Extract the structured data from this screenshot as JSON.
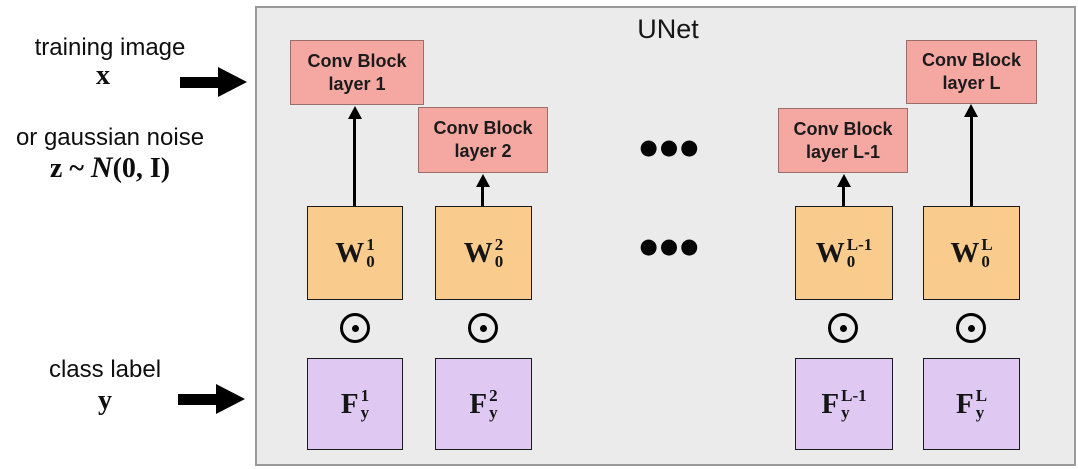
{
  "diagram": {
    "title": "UNet",
    "left_labels": {
      "training_image": "training image",
      "x_symbol": "x",
      "gaussian_noise": "or gaussian noise",
      "z_pre": "z ~ ",
      "z_script": "N",
      "z_post": "(0, I)",
      "class_label": "class label",
      "y_symbol": "y"
    },
    "ellipsis": "●●●",
    "columns": [
      {
        "conv_line1": "Conv Block",
        "conv_line2": "layer 1",
        "w_base": "W",
        "w_sup": "1",
        "w_sub": "0",
        "f_base": "F",
        "f_sup": "1",
        "f_sub": "y"
      },
      {
        "conv_line1": "Conv Block",
        "conv_line2": "layer 2",
        "w_base": "W",
        "w_sup": "2",
        "w_sub": "0",
        "f_base": "F",
        "f_sup": "2",
        "f_sub": "y"
      },
      {
        "conv_line1": "Conv Block",
        "conv_line2": "layer L-1",
        "w_base": "W",
        "w_sup": "L-1",
        "w_sub": "0",
        "f_base": "F",
        "f_sup": "L-1",
        "f_sub": "y"
      },
      {
        "conv_line1": "Conv Block",
        "conv_line2": "layer L",
        "w_base": "W",
        "w_sup": "L",
        "w_sub": "0",
        "f_base": "F",
        "f_sup": "L",
        "f_sub": "y"
      }
    ],
    "colors": {
      "conv_block_fill": "#f5a8a2",
      "conv_block_border": "#9a6f6b",
      "weight_fill": "#f9cc8e",
      "feature_fill": "#dfc9f3",
      "box_border": "#1a1a1a",
      "panel_fill": "#ebebeb",
      "panel_border": "#9a9a9a",
      "arrow_color": "#000000"
    }
  }
}
